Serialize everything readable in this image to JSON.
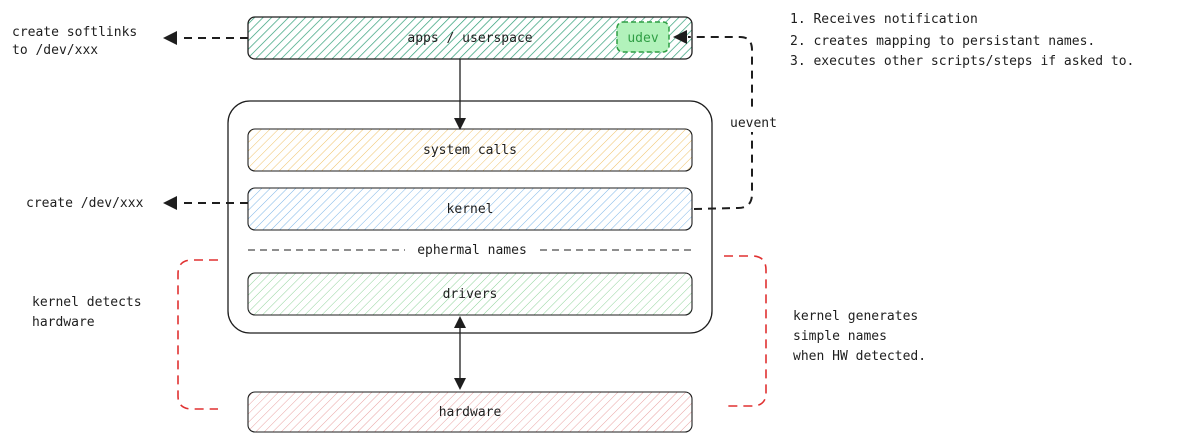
{
  "boxes": {
    "apps": "apps / userspace",
    "udev": "udev",
    "syscalls": "system calls",
    "kernel": "kernel",
    "drivers": "drivers",
    "hardware": "hardware"
  },
  "labels": {
    "softlinks_line1": "create softlinks",
    "softlinks_line2": "to /dev/xxx",
    "create_dev": "create /dev/xxx",
    "uevent": "uevent",
    "ephemeral": "ephermal names",
    "detects_line1": "kernel detects",
    "detects_line2": "hardware",
    "generates_line1": "kernel generates",
    "generates_line2": "simple names",
    "generates_line3": "when HW detected."
  },
  "notes": [
    "1. Receives notification",
    "2. creates mapping to persistant names.",
    "3. executes other scripts/steps if asked to."
  ],
  "colors": {
    "stroke": "#1e1e1e",
    "apps_hatch": "#2f9e76",
    "udev_fill": "#b2f2bb",
    "udev_stroke": "#2f9e44",
    "syscalls_hatch": "#f0c36a",
    "kernel_hatch": "#7fb7e8",
    "drivers_hatch": "#8fd39a",
    "hardware_hatch": "#e9a3a3",
    "bracket_red": "#e03131"
  }
}
